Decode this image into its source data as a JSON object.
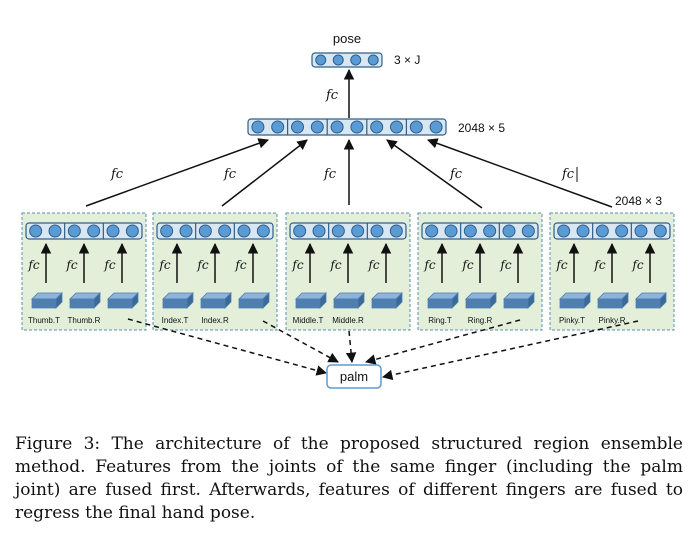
{
  "top": {
    "label": "pose",
    "dim": "3 × J"
  },
  "fc_label": "fc",
  "merge": {
    "dim": "2048 × 5"
  },
  "branch_dim": "2048 × 3",
  "palm": {
    "label": "palm"
  },
  "fingers": [
    {
      "name": "thumb",
      "rois": [
        "Thumb.T",
        "Thumb.R",
        ""
      ]
    },
    {
      "name": "index",
      "rois": [
        "Index.T",
        "Index.R",
        ""
      ]
    },
    {
      "name": "middle",
      "rois": [
        "Middle.T",
        "Middle.R",
        ""
      ]
    },
    {
      "name": "ring",
      "rois": [
        "Ring.T",
        "Ring.R",
        ""
      ]
    },
    {
      "name": "pinky",
      "rois": [
        "Pinky.T",
        "Pinky.R",
        ""
      ]
    }
  ],
  "colors": {
    "panel_fill": "#e3efd9",
    "panel_border": "#5a8fb5",
    "node_fill": "#5b9bd5",
    "node_stroke": "#2e5f8a",
    "vector_fill": "#d9e7f3",
    "slab_top": "#8fb3d9",
    "slab_side": "#4f7fb0",
    "palm_border": "#5b9bd5"
  },
  "caption": "Figure 3: The architecture of the proposed structured region ensemble method. Features from the joints of the same finger (including the palm joint) are fused first. Afterwards, features of different fingers are fused to regress the final hand pose."
}
